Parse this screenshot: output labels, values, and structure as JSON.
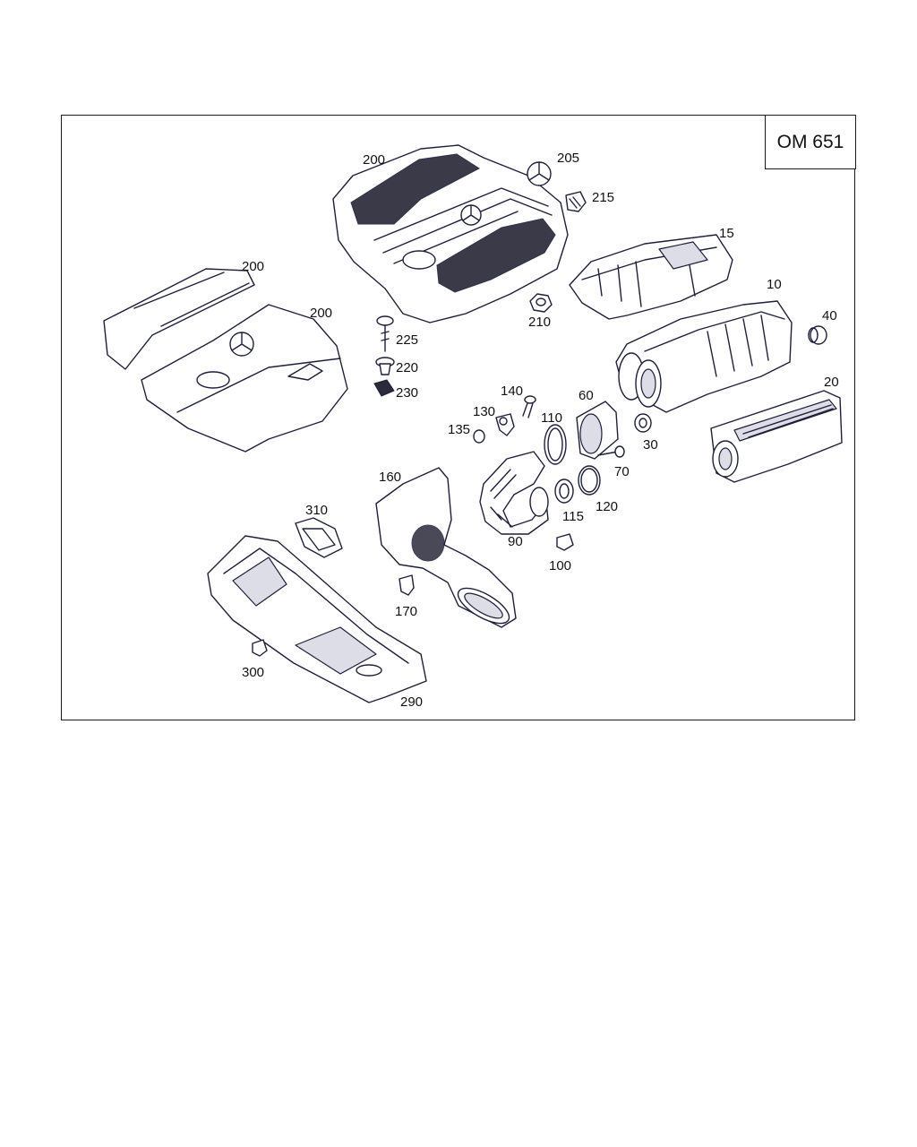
{
  "header": {
    "engine_code": "OM 651"
  },
  "callouts": [
    {
      "id": "200a",
      "text": "200"
    },
    {
      "id": "205",
      "text": "205"
    },
    {
      "id": "215",
      "text": "215"
    },
    {
      "id": "15",
      "text": "15"
    },
    {
      "id": "200b",
      "text": "200"
    },
    {
      "id": "200c",
      "text": "200"
    },
    {
      "id": "10",
      "text": "10"
    },
    {
      "id": "210",
      "text": "210"
    },
    {
      "id": "40",
      "text": "40"
    },
    {
      "id": "225",
      "text": "225"
    },
    {
      "id": "220",
      "text": "220"
    },
    {
      "id": "230",
      "text": "230"
    },
    {
      "id": "20",
      "text": "20"
    },
    {
      "id": "140",
      "text": "140"
    },
    {
      "id": "60",
      "text": "60"
    },
    {
      "id": "130",
      "text": "130"
    },
    {
      "id": "110",
      "text": "110"
    },
    {
      "id": "135",
      "text": "135"
    },
    {
      "id": "30",
      "text": "30"
    },
    {
      "id": "70",
      "text": "70"
    },
    {
      "id": "160",
      "text": "160"
    },
    {
      "id": "120",
      "text": "120"
    },
    {
      "id": "115",
      "text": "115"
    },
    {
      "id": "310",
      "text": "310"
    },
    {
      "id": "90",
      "text": "90"
    },
    {
      "id": "100",
      "text": "100"
    },
    {
      "id": "170",
      "text": "170"
    },
    {
      "id": "300",
      "text": "300"
    },
    {
      "id": "290",
      "text": "290"
    }
  ]
}
